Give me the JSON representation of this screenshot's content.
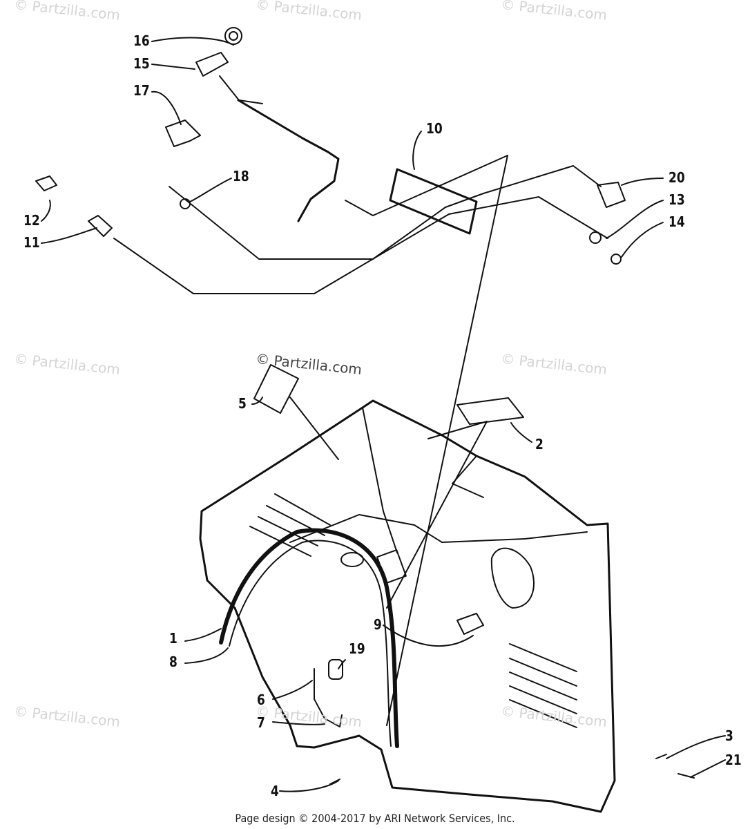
{
  "watermark": {
    "text": "© Partzilla.com",
    "center_text": "© Partzilla.com"
  },
  "callouts": [
    "1",
    "2",
    "3",
    "4",
    "5",
    "6",
    "7",
    "8",
    "9",
    "10",
    "11",
    "12",
    "13",
    "14",
    "15",
    "16",
    "17",
    "18",
    "19",
    "20",
    "21"
  ],
  "footer": "Page design © 2004-2017 by ARI Network Services, Inc."
}
